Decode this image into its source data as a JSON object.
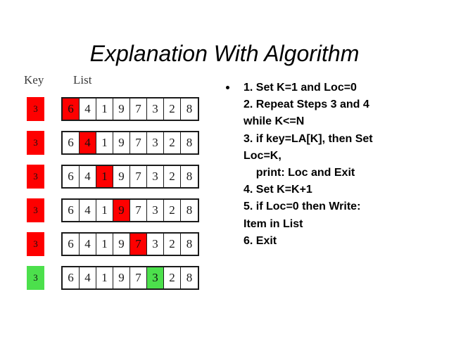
{
  "slide": {
    "title": "Explanation With Algorithm",
    "background_color": "#ffffff"
  },
  "colors": {
    "highlight_red": "#fe0000",
    "highlight_green": "#4ce04c",
    "border": "#1b1b1b",
    "text": "#000000"
  },
  "diagram": {
    "headers": {
      "key": "Key",
      "list": "List"
    },
    "list_values": [
      "6",
      "4",
      "1",
      "9",
      "7",
      "3",
      "2",
      "8"
    ],
    "rows": [
      {
        "key_value": "3",
        "key_state": "red",
        "highlight_index": 0,
        "highlight_state": "red",
        "cells": [
          "6",
          "4",
          "1",
          "9",
          "7",
          "3",
          "2",
          "8"
        ]
      },
      {
        "key_value": "3",
        "key_state": "red",
        "highlight_index": 1,
        "highlight_state": "red",
        "cells": [
          "6",
          "4",
          "1",
          "9",
          "7",
          "3",
          "2",
          "8"
        ]
      },
      {
        "key_value": "3",
        "key_state": "red",
        "highlight_index": 2,
        "highlight_state": "red",
        "cells": [
          "6",
          "4",
          "1",
          "9",
          "7",
          "3",
          "2",
          "8"
        ]
      },
      {
        "key_value": "3",
        "key_state": "red",
        "highlight_index": 3,
        "highlight_state": "red",
        "cells": [
          "6",
          "4",
          "1",
          "9",
          "7",
          "3",
          "2",
          "8"
        ]
      },
      {
        "key_value": "3",
        "key_state": "red",
        "highlight_index": 4,
        "highlight_state": "red",
        "cells": [
          "6",
          "4",
          "1",
          "9",
          "7",
          "3",
          "2",
          "8"
        ]
      },
      {
        "key_value": "3",
        "key_state": "green",
        "highlight_index": 5,
        "highlight_state": "green",
        "cells": [
          "6",
          "4",
          "1",
          "9",
          "7",
          "3",
          "2",
          "8"
        ]
      }
    ]
  },
  "algorithm": {
    "bullet_glyph": "bullet-dot",
    "lines": [
      "1. Set K=1 and Loc=0",
      "2. Repeat Steps 3 and 4",
      "while K<=N",
      "3. if key=LA[K], then Set",
      "Loc=K,",
      "    print: Loc and Exit",
      "4. Set K=K+1",
      "5. if Loc=0 then Write:",
      "Item in List",
      "6. Exit"
    ]
  }
}
